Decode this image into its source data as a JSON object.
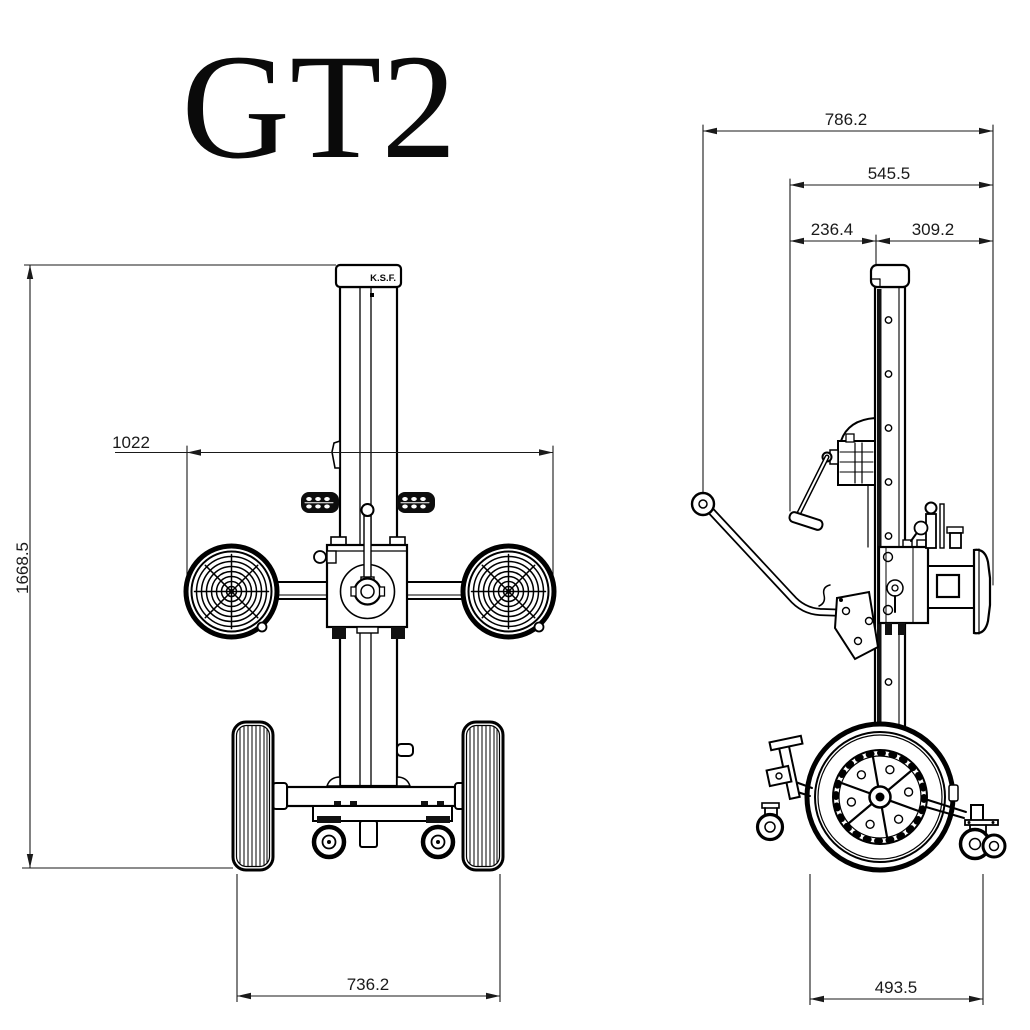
{
  "title": "GT2",
  "brand_label": "K.S.F.",
  "front_view": {
    "dims": {
      "overall_height": "1668.5",
      "pad_span": "1022",
      "wheel_track": "736.2"
    }
  },
  "side_view": {
    "dims": {
      "overall_depth": "786.2",
      "upper_depth": "545.5",
      "front_offset": "236.4",
      "rear_offset": "309.2",
      "base_depth": "493.5"
    }
  },
  "colors": {
    "line": "#1a1a1a",
    "drawing": "#000000",
    "background": "#ffffff"
  }
}
